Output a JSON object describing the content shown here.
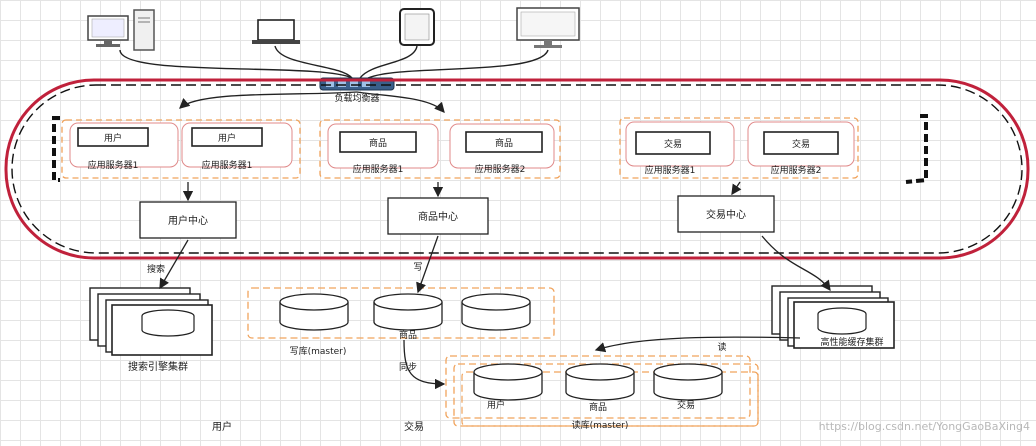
{
  "load_balancer": {
    "label": "负载均衡器"
  },
  "groups": [
    {
      "servers": [
        {
          "box": "用户",
          "label": "应用服务器1"
        },
        {
          "box": "用户",
          "label": "应用服务器1"
        }
      ],
      "center": "用户中心"
    },
    {
      "servers": [
        {
          "box": "商品",
          "label": "应用服务器1"
        },
        {
          "box": "商品",
          "label": "应用服务器2"
        }
      ],
      "center": "商品中心"
    },
    {
      "servers": [
        {
          "box": "交易",
          "label": "应用服务器1"
        },
        {
          "box": "交易",
          "label": "应用服务器2"
        }
      ],
      "center": "交易中心"
    }
  ],
  "edges": {
    "search": "搜索",
    "write": "写",
    "sync": "同步",
    "read": "读"
  },
  "search_cluster": {
    "label": "搜索引擎集群"
  },
  "cache_cluster": {
    "label": "高性能缓存集群"
  },
  "write_db": {
    "label": "写库(master)",
    "db_label": "商品"
  },
  "read_db": {
    "label": "读库(master)",
    "dbs": [
      "用户",
      "商品",
      "交易"
    ]
  },
  "bottom_labels": [
    "用户",
    "交易"
  ],
  "watermark": "https://blog.csdn.net/YongGaoBaXing4"
}
